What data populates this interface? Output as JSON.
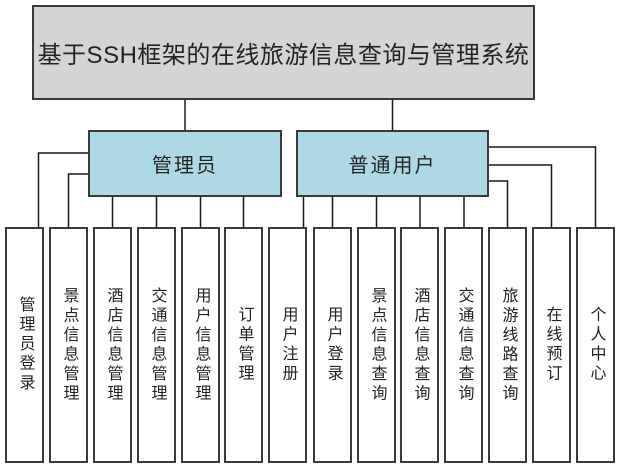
{
  "diagram": {
    "title": "基于SSH框架的在线旅游信息查询与管理系统",
    "roles": [
      {
        "label": "管理员",
        "children": [
          "管理员登录",
          "景点信息管理",
          "酒店信息管理",
          "交通信息管理",
          "用户信息管理",
          "订单管理"
        ]
      },
      {
        "label": "普通用户",
        "children": [
          "用户注册",
          "用户登录",
          "景点信息查询",
          "酒店信息查询",
          "交通信息查询",
          "旅游线路查询",
          "在线预订",
          "个人中心"
        ]
      }
    ],
    "leaves": [
      "管理员登录",
      "景点信息管理",
      "酒店信息管理",
      "交通信息管理",
      "用户信息管理",
      "订单管理",
      "用户注册",
      "用户登录",
      "景点信息查询",
      "酒店信息查询",
      "交通信息查询",
      "旅游线路查询",
      "在线预订",
      "个人中心"
    ],
    "colors": {
      "title_fill": "#d4d4d4",
      "role_fill": "#add8e6",
      "leaf_fill": "#ffffff",
      "border": "#3a3a3a",
      "line": "#1a1a1a",
      "text": "#242424"
    }
  }
}
